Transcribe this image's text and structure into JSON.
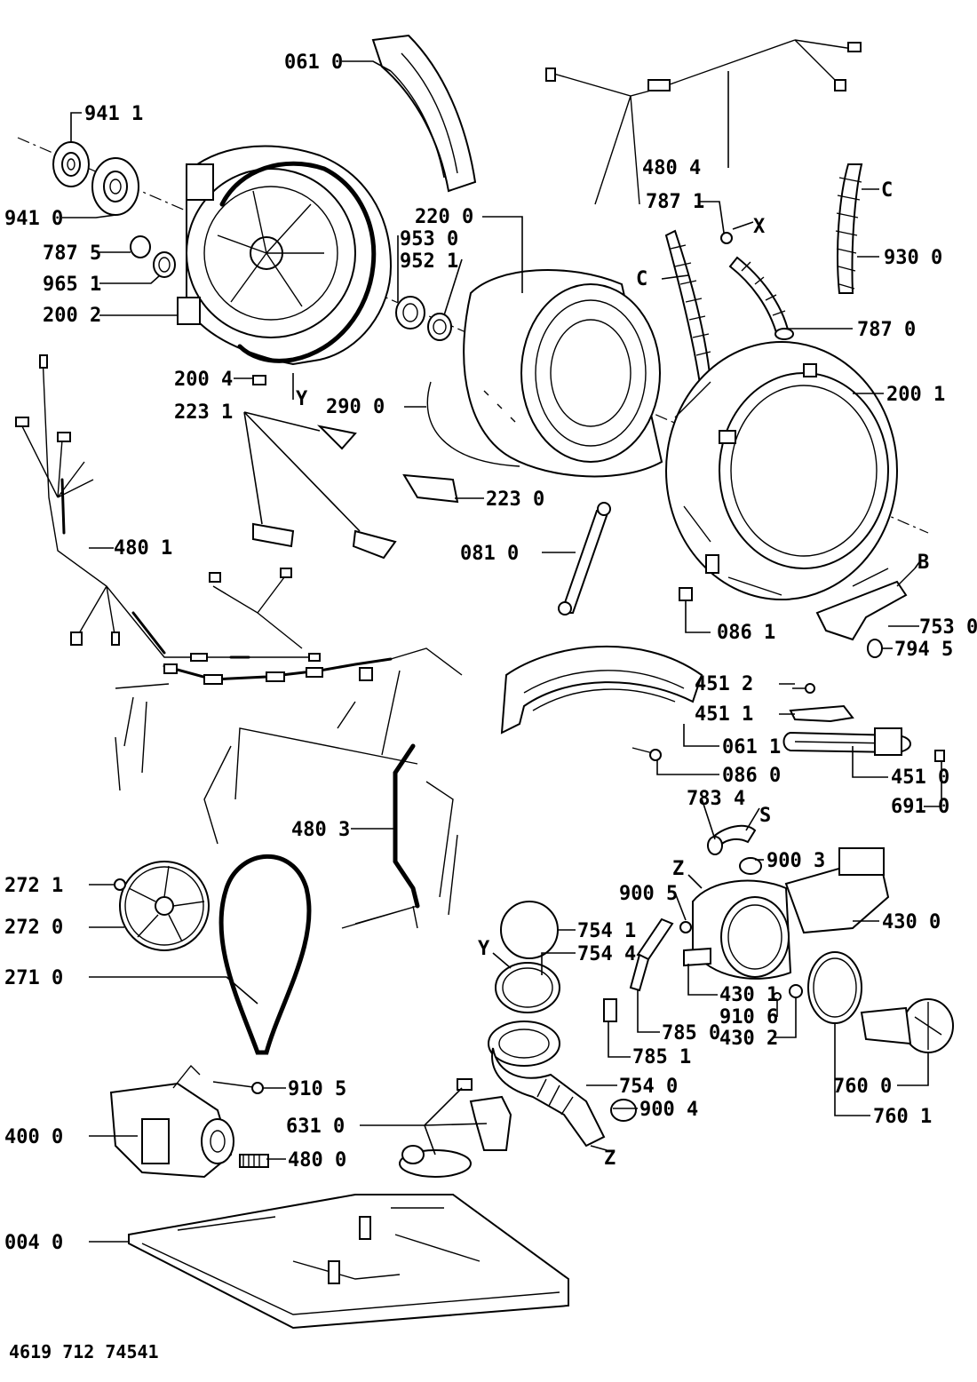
{
  "document": {
    "code": "4619 712 74541"
  },
  "parts": [
    {
      "id": "p0610",
      "label": "061 0"
    },
    {
      "id": "p9411",
      "label": "941 1"
    },
    {
      "id": "p9410",
      "label": "941 0"
    },
    {
      "id": "p7875",
      "label": "787 5"
    },
    {
      "id": "p9651",
      "label": "965 1"
    },
    {
      "id": "p2002",
      "label": "200 2"
    },
    {
      "id": "p2004",
      "label": "200 4"
    },
    {
      "id": "pY1",
      "label": "Y"
    },
    {
      "id": "p2231",
      "label": "223 1"
    },
    {
      "id": "p2200",
      "label": "220 0"
    },
    {
      "id": "p9530",
      "label": "953 0"
    },
    {
      "id": "p9521",
      "label": "952 1"
    },
    {
      "id": "p2900",
      "label": "290 0"
    },
    {
      "id": "p2230",
      "label": "223 0"
    },
    {
      "id": "p4804",
      "label": "480 4"
    },
    {
      "id": "p7871",
      "label": "787 1"
    },
    {
      "id": "pX",
      "label": "X"
    },
    {
      "id": "pC1",
      "label": "C"
    },
    {
      "id": "pC2",
      "label": "C"
    },
    {
      "id": "p9300",
      "label": "930 0"
    },
    {
      "id": "p7870",
      "label": "787 0"
    },
    {
      "id": "p2001",
      "label": "200 1"
    },
    {
      "id": "p4801",
      "label": "480 1"
    },
    {
      "id": "p0810",
      "label": "081 0"
    },
    {
      "id": "pB",
      "label": "B"
    },
    {
      "id": "p7530",
      "label": "753 0"
    },
    {
      "id": "p0861",
      "label": "086 1"
    },
    {
      "id": "p7945",
      "label": "794 5"
    },
    {
      "id": "p4512",
      "label": "451 2"
    },
    {
      "id": "p4511",
      "label": "451 1"
    },
    {
      "id": "p0611",
      "label": "061 1"
    },
    {
      "id": "p0860",
      "label": "086 0"
    },
    {
      "id": "p4510",
      "label": "451 0"
    },
    {
      "id": "p6910",
      "label": "691 0"
    },
    {
      "id": "p7834",
      "label": "783 4"
    },
    {
      "id": "pS",
      "label": "S"
    },
    {
      "id": "p9003",
      "label": "900 3"
    },
    {
      "id": "pZ1",
      "label": "Z"
    },
    {
      "id": "p9005",
      "label": "900 5"
    },
    {
      "id": "p4300",
      "label": "430 0"
    },
    {
      "id": "p4803",
      "label": "480 3"
    },
    {
      "id": "p2721",
      "label": "272 1"
    },
    {
      "id": "p2720",
      "label": "272 0"
    },
    {
      "id": "p2710",
      "label": "271 0"
    },
    {
      "id": "p7541",
      "label": "754 1"
    },
    {
      "id": "pY2",
      "label": "Y"
    },
    {
      "id": "p7544",
      "label": "754 4"
    },
    {
      "id": "p4301",
      "label": "430 1"
    },
    {
      "id": "p9106",
      "label": "910 6"
    },
    {
      "id": "p4302",
      "label": "430 2"
    },
    {
      "id": "p7850",
      "label": "785 0"
    },
    {
      "id": "p7851",
      "label": "785 1"
    },
    {
      "id": "p9105",
      "label": "910 5"
    },
    {
      "id": "p7540",
      "label": "754 0"
    },
    {
      "id": "p7600",
      "label": "760 0"
    },
    {
      "id": "p6310",
      "label": "631 0"
    },
    {
      "id": "p9004",
      "label": "900 4"
    },
    {
      "id": "p7601",
      "label": "760 1"
    },
    {
      "id": "p4000",
      "label": "400 0"
    },
    {
      "id": "p4800",
      "label": "480 0"
    },
    {
      "id": "pZ2",
      "label": "Z"
    },
    {
      "id": "p0040",
      "label": "004 0"
    }
  ]
}
